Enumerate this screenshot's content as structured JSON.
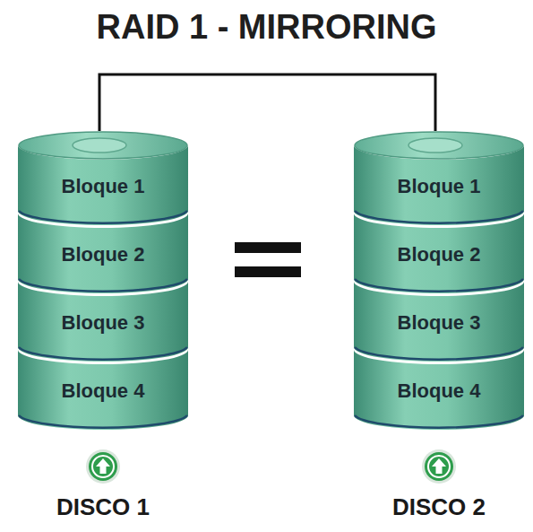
{
  "diagram": {
    "title": "RAID 1 - MIRRORING",
    "nodes": [
      {
        "text": [
          "DISCO 1"
        ]
      },
      {
        "text": [
          "Bloque 1"
        ],
        "in": 0
      },
      {
        "text": [
          "Bloque 2"
        ],
        "in": 0
      },
      {
        "text": [
          "Bloque 3"
        ],
        "in": 0
      },
      {
        "text": [
          "Bloque 4"
        ],
        "in": 0
      },
      {
        "text": [
          "DISCO 2"
        ]
      },
      {
        "text": [
          "Bloque 1"
        ],
        "in": 5
      },
      {
        "text": [
          "Bloque 2"
        ],
        "in": 5
      },
      {
        "text": [
          "Bloque 3"
        ],
        "in": 5
      },
      {
        "text": [
          "Bloque 4"
        ],
        "in": 5
      }
    ],
    "edges": [
      {
        "from": 0,
        "to": 5,
        "arrow": "none"
      }
    ]
  }
}
